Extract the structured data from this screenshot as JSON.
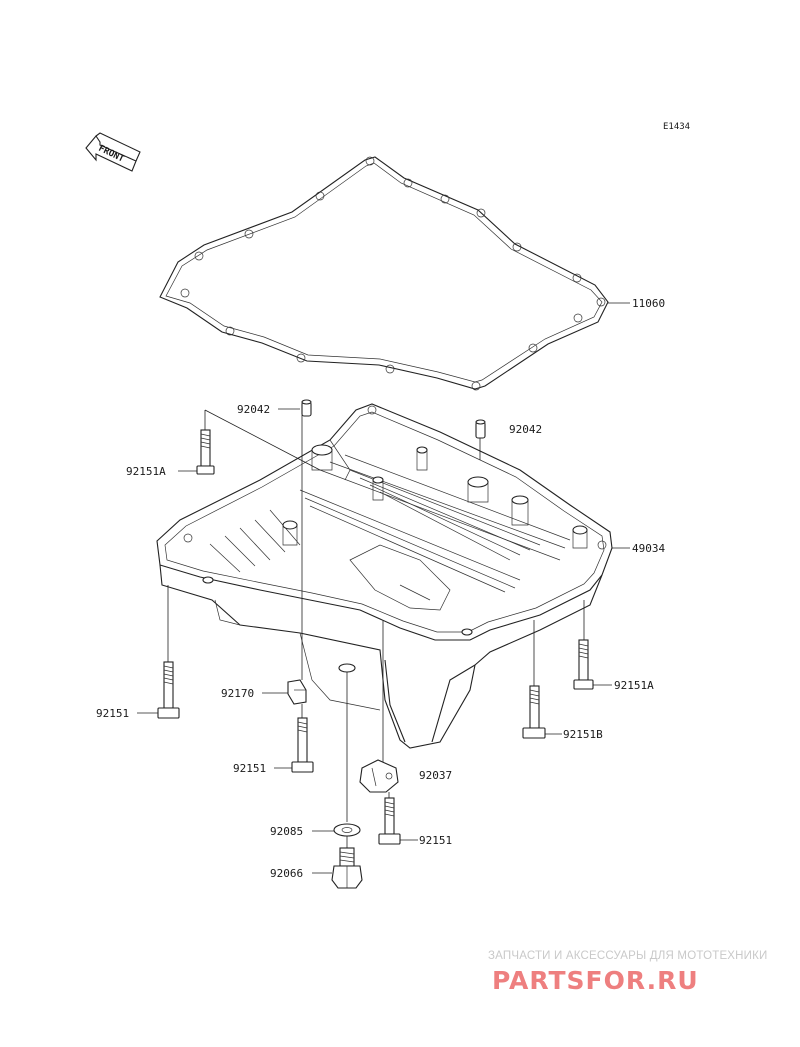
{
  "diagram_code": "E1434",
  "front_arrow_label": "FRONT",
  "parts": [
    {
      "id": "gasket",
      "number": "11060"
    },
    {
      "id": "pin-left",
      "number": "92042"
    },
    {
      "id": "pin-right",
      "number": "92042"
    },
    {
      "id": "bolt-upper-left",
      "number": "92151A"
    },
    {
      "id": "oil-pan",
      "number": "49034"
    },
    {
      "id": "bolt-right-a",
      "number": "92151A"
    },
    {
      "id": "bolt-left",
      "number": "92151"
    },
    {
      "id": "clamp-small",
      "number": "92170"
    },
    {
      "id": "bolt-right-b",
      "number": "92151B"
    },
    {
      "id": "bolt-mid",
      "number": "92151"
    },
    {
      "id": "clamp-large",
      "number": "92037"
    },
    {
      "id": "washer",
      "number": "92085"
    },
    {
      "id": "bolt-lower",
      "number": "92151"
    },
    {
      "id": "drain-plug",
      "number": "92066"
    }
  ],
  "watermark": {
    "tagline": "ЗАПЧАСТИ И АКСЕССУАРЫ ДЛЯ МОТОТЕХНИКИ",
    "logo": "PARTSFOR.RU"
  },
  "colors": {
    "line": "#222222",
    "watermark_text": "#c9c9c9",
    "watermark_logo": "#ee7f7f"
  }
}
